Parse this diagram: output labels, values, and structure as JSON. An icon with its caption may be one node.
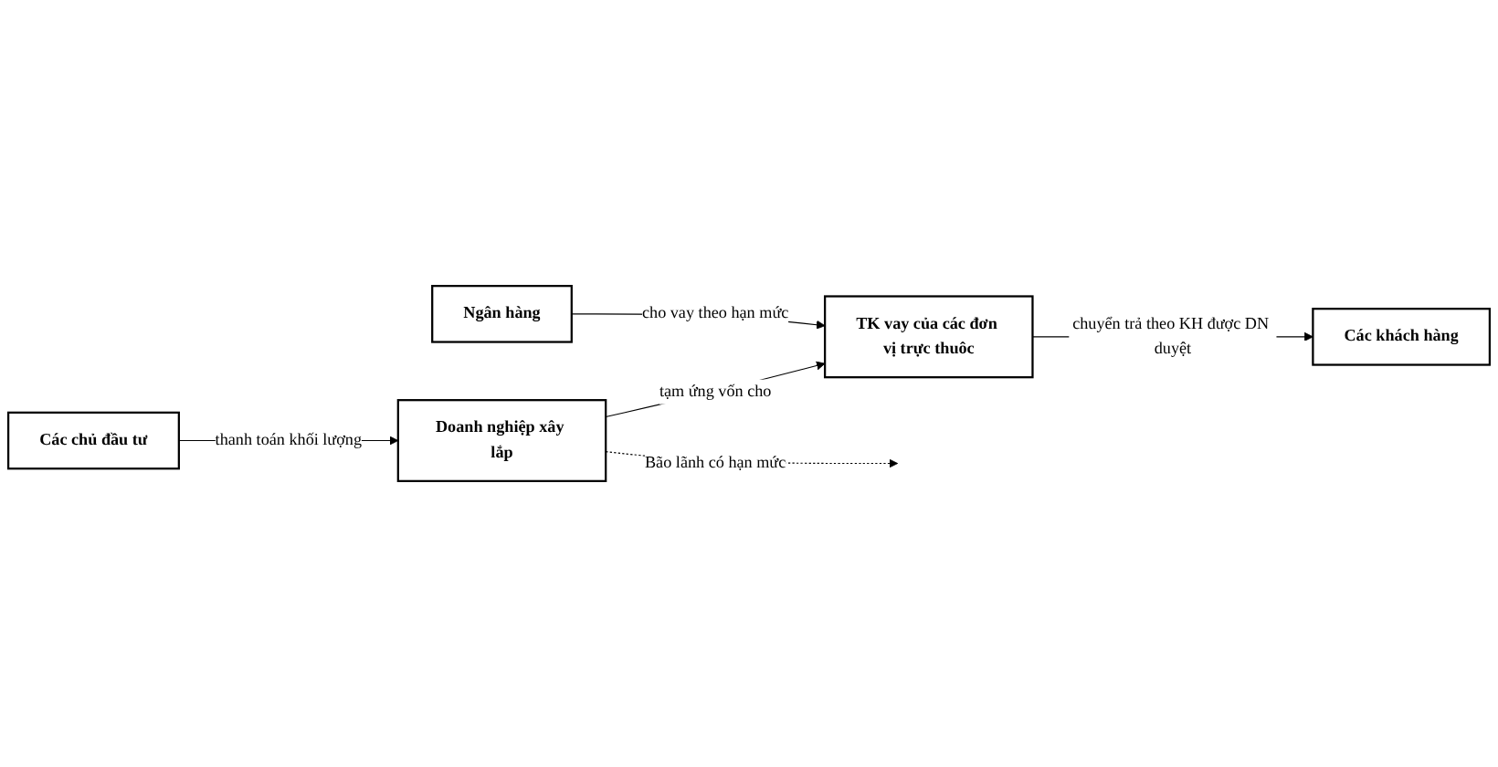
{
  "diagram": {
    "nodes": [
      {
        "text": [
          "Ngân hàng"
        ]
      },
      {
        "text": [
          "TK vay của các đơn vị trực thuôc"
        ]
      },
      {
        "text": [
          "Các khách hàng"
        ]
      },
      {
        "text": [
          "Doanh nghiệp xây lắp"
        ]
      },
      {
        "text": [
          "Các chủ đầu tư"
        ]
      }
    ],
    "edges": [
      {
        "from": 0,
        "to": 1,
        "arrow": "to",
        "label": "cho vay theo hạn mức"
      },
      {
        "from": 1,
        "to": 2,
        "arrow": "to",
        "label": "chuyển trả theo KH được DN duyệt"
      },
      {
        "from": 3,
        "to": null,
        "arrow": "to",
        "label": "Bão lãnh có hạn mức",
        "style": "dashed"
      },
      {
        "from": 3,
        "to": 1,
        "arrow": "to",
        "label": "tạm ứng vốn cho"
      },
      {
        "from": 4,
        "to": 3,
        "arrow": "to",
        "label": "thanh toán khối lượng"
      }
    ]
  }
}
